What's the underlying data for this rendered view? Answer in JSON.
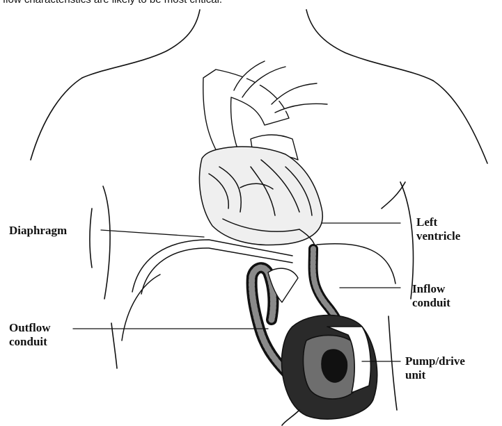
{
  "caption": "flow characteristics are likely to be most critical.",
  "labels": {
    "diaphragm": "Diaphragm",
    "left_ventricle": [
      "Left",
      "ventricle"
    ],
    "inflow_conduit": [
      "Inflow",
      "conduit"
    ],
    "outflow_conduit": [
      "Outflow",
      "conduit"
    ],
    "pump_drive": [
      "Pump/drive",
      "unit"
    ]
  },
  "colors": {
    "ink": "#111111",
    "pump_fill": "#2a2a2a",
    "tissue_fill": "#efefef"
  }
}
